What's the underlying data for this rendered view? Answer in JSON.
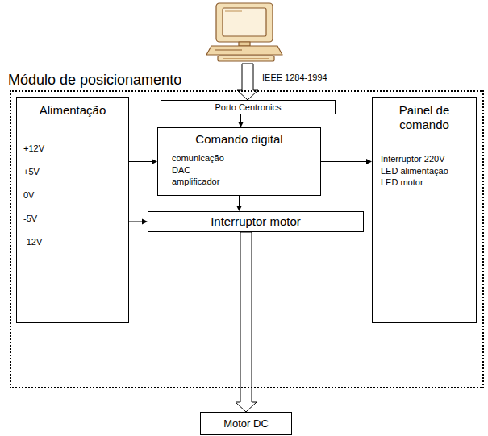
{
  "diagram": {
    "nodes": [
      {
        "text": [
          "Módulo de posicionamento"
        ]
      },
      {
        "text": [
          "Alimentação",
          "+12V",
          "+5V",
          "0V",
          "-5V",
          "-12V"
        ],
        "in": 0
      },
      {
        "text": [
          "Porto Centronics"
        ],
        "in": 0
      },
      {
        "text": [
          "Comando digital",
          "comunicação",
          "DAC",
          "amplificador"
        ],
        "in": 0
      },
      {
        "text": [
          "Painel de comando",
          "Interruptor 220V",
          "LED alimentação",
          "LED motor"
        ],
        "in": 0
      },
      {
        "text": [
          "Interruptor motor"
        ],
        "in": 0
      },
      {
        "text": [
          "Motor DC"
        ]
      }
    ],
    "edges": [
      {
        "from": 2,
        "to": 3,
        "arrow": "to"
      },
      {
        "from": 1,
        "to": 3,
        "arrow": "to"
      },
      {
        "from": 3,
        "to": 4,
        "arrow": "to"
      },
      {
        "from": 3,
        "to": 5,
        "arrow": "to"
      },
      {
        "from": 1,
        "to": 5,
        "arrow": "to"
      },
      {
        "from": 5,
        "to": 6,
        "arrow": "to"
      }
    ],
    "labels": [
      "IEEE 1284-1994"
    ]
  }
}
